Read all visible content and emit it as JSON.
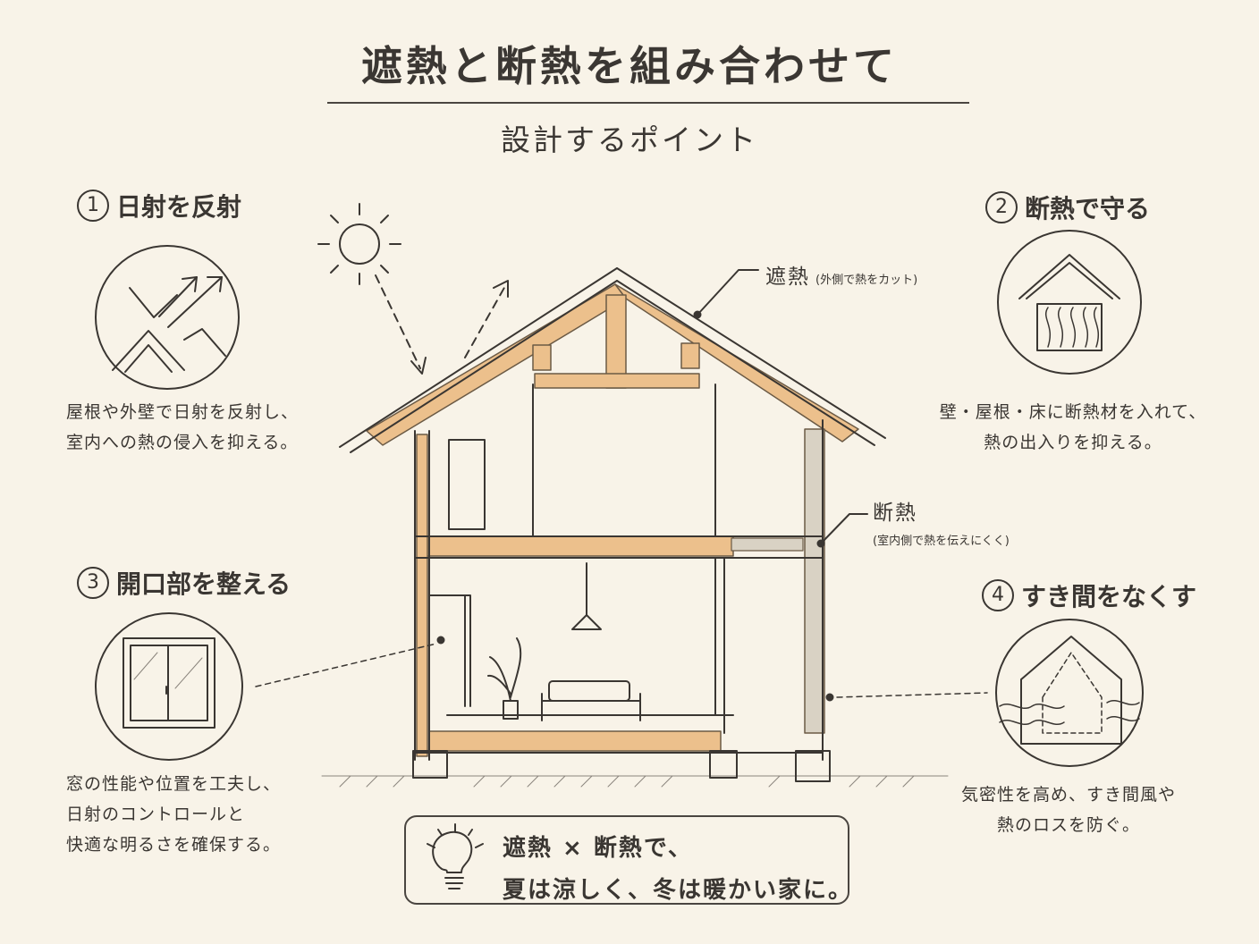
{
  "title": "遮熱と断熱を組み合わせて",
  "subtitle": "設計するポイント",
  "sections": [
    {
      "num": "1",
      "heading": "日射を反射",
      "desc": [
        "屋根や外壁で日射を反射し、",
        "室内への熱の侵入を抑える。"
      ],
      "icon": "reflect-roof-icon"
    },
    {
      "num": "2",
      "heading": "断熱で守る",
      "desc": [
        "壁・屋根・床に断熱材を入れて、",
        "熱の出入りを抑える。"
      ],
      "icon": "insulated-house-icon"
    },
    {
      "num": "3",
      "heading": "開口部を整える",
      "desc": [
        "窓の性能や位置を工夫し、",
        "日射のコントロールと",
        "快適な明るさを確保する。"
      ],
      "icon": "window-icon"
    },
    {
      "num": "4",
      "heading": "すき間をなくす",
      "desc": [
        "気密性を高め、すき間風や",
        "熱のロスを防ぐ。"
      ],
      "icon": "airtight-house-icon"
    }
  ],
  "callouts": {
    "shanetsu": {
      "main": "遮熱",
      "sub": "(外側で熱をカット)"
    },
    "dannetsu": {
      "main": "断熱",
      "sub": "(室内側で熱を伝えにくく)"
    }
  },
  "summary": {
    "line1": "遮熱 × 断熱で、",
    "line2": "夏は涼しく、冬は暖かい家に。",
    "icon": "lightbulb-icon"
  },
  "colors": {
    "background": "#f8f3e8",
    "ink": "#3a3632",
    "timber": "#ecc08c",
    "insulation": "#d9d2c4"
  }
}
